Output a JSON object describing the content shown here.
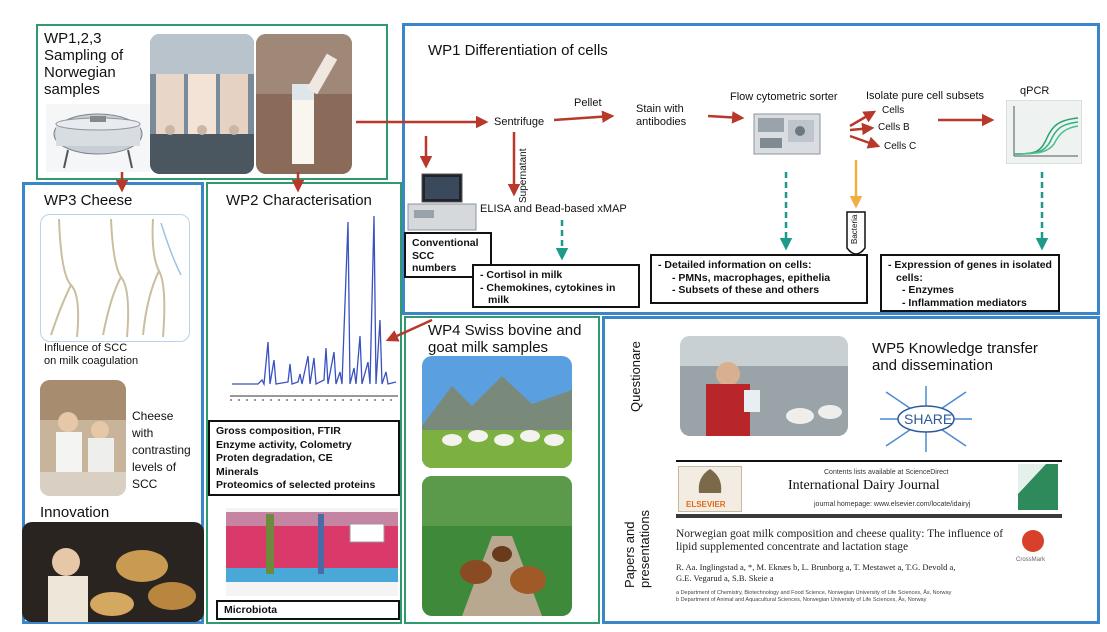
{
  "wp123": {
    "line1": "WP1,2,3",
    "line2": "Sampling of",
    "line3": "Norwegian",
    "line4": "samples"
  },
  "wp1": {
    "title": "WP1 Differentiation of cells",
    "sentrifuge": "Sentrifuge",
    "pellet": "Pellet",
    "stain_line1": "Stain with",
    "stain_line2": "antibodies",
    "flow": "Flow cytometric sorter",
    "isolate": "Isolate pure cell subsets",
    "qpcr": "qPCR",
    "cells": "Cells",
    "cells_b": "Cells B",
    "cells_c": "Cells C",
    "supernatant": "Supernatant",
    "elisa": "ELISA and Bead-based xMAP",
    "bacteria": "Bacteria",
    "conventional_line1": "Conventional",
    "conventional_line2": "SCC",
    "conventional_line3": "numbers",
    "cortisol_items": [
      "Cortisol in milk",
      "Chemokines, cytokines in",
      "milk"
    ],
    "detailed_items": [
      "Detailed information on cells:",
      "PMNs, macrophages, epithelia",
      "Subsets of these and others"
    ],
    "expression_items": [
      "Expression of genes in isolated",
      "cells:",
      "Enzymes",
      "Inflammation mediators"
    ]
  },
  "wp3": {
    "title": "WP3 Cheese",
    "influence_line1": "Influence of SCC",
    "influence_line2": "on milk coagulation",
    "cheese_lines": [
      "Cheese",
      "with",
      "contrasting",
      "levels of",
      "SCC"
    ],
    "innovation": "Innovation"
  },
  "wp2": {
    "title": "WP2 Characterisation",
    "list": [
      "Gross composition, FTIR",
      "Enzyme activity, Colometry",
      "Proten degradation, CE",
      "Minerals",
      "Proteomics of selected proteins"
    ],
    "microbiota": "Microbiota"
  },
  "wp4": {
    "title_line1": "WP4 Swiss bovine and",
    "title_line2": "goat milk samples"
  },
  "wp5": {
    "title_line1": "WP5 Knowledge transfer",
    "title_line2": "and dissemination",
    "questionare": "Questionare",
    "papers_line1": "Papers and",
    "papers_line2": "presentations",
    "share": "SHARE"
  },
  "journal": {
    "contents": "Contents lists available at ScienceDirect",
    "name": "International Dairy Journal",
    "homepage": "journal homepage: www.elsevier.com/locate/idairyj",
    "publisher": "ELSEVIER",
    "article_line1": "Norwegian goat milk composition and cheese quality: The influence of",
    "article_line2": "lipid supplemented concentrate and lactation stage",
    "authors_line1": "R. Aa. Inglingstad a, *, M. Eknæs b, L. Brunborg a, T. Mestawet a, T.G. Devold a,",
    "authors_line2": "G.E. Vegarud a, S.B. Skeie a",
    "affil_line1": "a Department of Chemistry, Biotechnology and Food Science, Norwegian University of Life Sciences, Ås, Norway",
    "affil_line2": "b Department of Animal and Aquacultural Sciences, Norwegian University of Life Sciences, Ås, Norway",
    "crossmark": "CrossMark"
  },
  "colors": {
    "arrow_red": "#b8392b",
    "arrow_teal": "#1f9a8a",
    "arrow_orange": "#f0b040",
    "frame_blue": "#3a86c8",
    "frame_green": "#2e9a6e"
  }
}
